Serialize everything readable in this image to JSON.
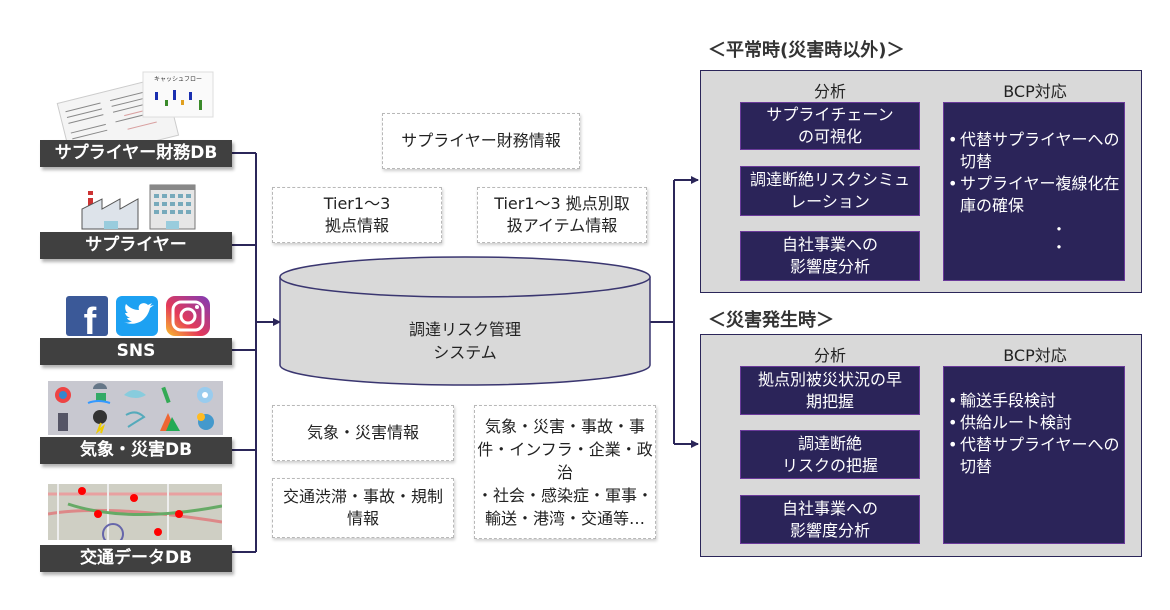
{
  "sources": [
    {
      "label": "サプライヤー財務DB",
      "icon": "financial-report-icon"
    },
    {
      "label": "サプライヤー",
      "icon": "factory-building-icon"
    },
    {
      "label": "SNS",
      "icon": "social-media-icons"
    },
    {
      "label": "気象・災害DB",
      "icon": "weather-disaster-icons"
    },
    {
      "label": "交通データDB",
      "icon": "traffic-map-icon"
    }
  ],
  "report_thumb_title": "キャッシュフロー",
  "callouts": {
    "supplier_finance": "サプライヤー財務情報",
    "tier_sites": [
      "Tier1～3",
      "拠点情報"
    ],
    "tier_items": [
      "Tier1～3 拠点別取",
      "扱アイテム情報"
    ],
    "weather": "気象・災害情報",
    "traffic": [
      "交通渋滞・事故・規制",
      "情報"
    ],
    "news": [
      "気象・災害・事故・事",
      "件・インフラ・企業・政治",
      "・社会・感染症・軍事・",
      "輸送・港湾・交通等…"
    ]
  },
  "system": [
    "調達リスク管理",
    "システム"
  ],
  "normal": {
    "title": "＜平常時(災害時以外)＞",
    "analysis_head": "分析",
    "bcp_head": "BCP対応",
    "steps": [
      [
        "サプライチェーン",
        "の可視化"
      ],
      [
        "調達断絶リスクシミュ",
        "レーション"
      ],
      [
        "自社事業への",
        "影響度分析"
      ]
    ],
    "bcp_items": [
      [
        "代替サプライヤーへの",
        "切替"
      ],
      [
        "サプライヤー複線化在",
        "庫の確保"
      ]
    ],
    "bcp_more": [
      "・",
      "・"
    ]
  },
  "disaster": {
    "title": "＜災害発生時＞",
    "analysis_head": "分析",
    "bcp_head": "BCP対応",
    "steps": [
      [
        "拠点別被災状況の早",
        "期把握"
      ],
      [
        "調達断絶",
        "リスクの把握"
      ],
      [
        "自社事業への",
        "影響度分析"
      ]
    ],
    "bcp_items": [
      [
        "輸送手段検討"
      ],
      [
        "供給ルート検討"
      ],
      [
        "代替サプライヤーへの",
        "切替"
      ]
    ]
  },
  "colors": {
    "connector": "#2b2659",
    "step_fill": "#2b2459",
    "panel_fill": "#d9d9d9",
    "label_fill": "#404040"
  }
}
